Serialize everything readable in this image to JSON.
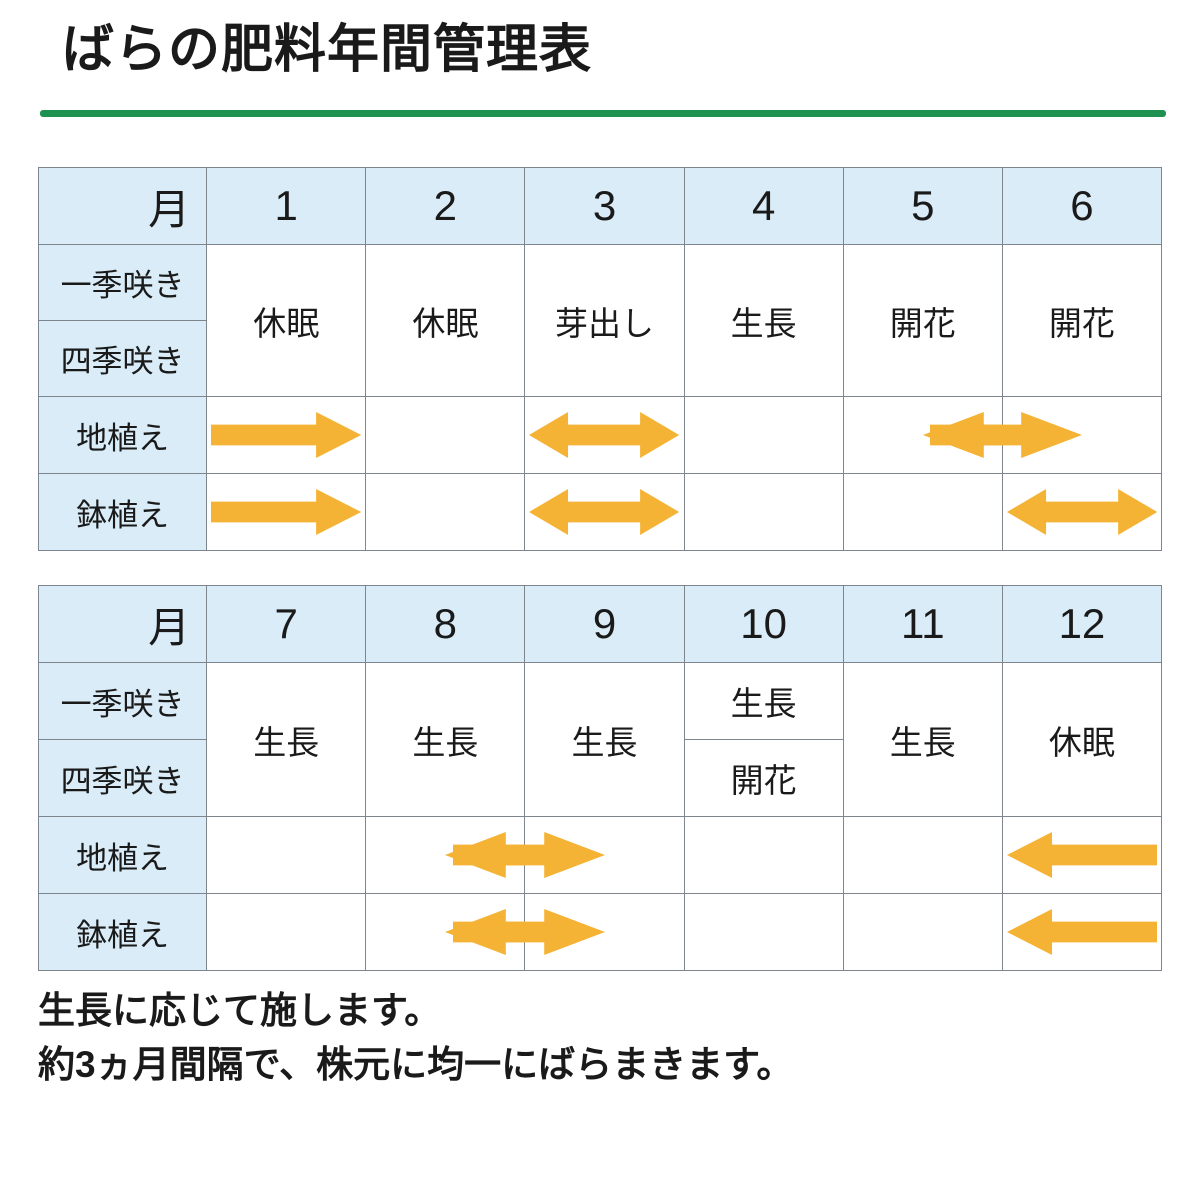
{
  "header": {
    "title": "ばらの肥料年間管理表",
    "rule_color": "#1d9150"
  },
  "palette": {
    "header_bg": "#d9ecf7",
    "arrow": "#f5b335",
    "grid": "#7f858c",
    "text": "#1a1a1a"
  },
  "labels": {
    "month": "月",
    "once_blooming": "一季咲き",
    "repeat_blooming": "四季咲き",
    "ground_planted": "地植え",
    "pot_planted": "鉢植え"
  },
  "tables": [
    {
      "name": "first-half",
      "months": [
        "1",
        "2",
        "3",
        "4",
        "5",
        "6"
      ],
      "stage_cells": [
        {
          "month": "1",
          "merged": true,
          "text": "休眠"
        },
        {
          "month": "2",
          "merged": true,
          "text": "休眠"
        },
        {
          "month": "3",
          "merged": true,
          "text": "芽出し"
        },
        {
          "month": "4",
          "merged": true,
          "text": "生長"
        },
        {
          "month": "5",
          "merged": true,
          "text": "開花"
        },
        {
          "month": "6",
          "merged": true,
          "text": "開花"
        }
      ],
      "ground_arrows": [
        {
          "month": "1",
          "kind": "right",
          "span": "cell"
        },
        {
          "month": "3",
          "kind": "double",
          "span": "cell"
        },
        {
          "month": "5",
          "kind": "left-half",
          "span": "half"
        },
        {
          "month": "6",
          "kind": "right-half",
          "span": "half"
        }
      ],
      "pot_arrows": [
        {
          "month": "1",
          "kind": "right",
          "span": "cell"
        },
        {
          "month": "3",
          "kind": "double",
          "span": "cell"
        },
        {
          "month": "6",
          "kind": "double",
          "span": "cell"
        }
      ]
    },
    {
      "name": "second-half",
      "months": [
        "7",
        "8",
        "9",
        "10",
        "11",
        "12"
      ],
      "stage_cells": [
        {
          "month": "7",
          "merged": true,
          "text": "生長"
        },
        {
          "month": "8",
          "merged": true,
          "text": "生長"
        },
        {
          "month": "9",
          "merged": true,
          "text": "生長"
        },
        {
          "month": "10",
          "merged": false,
          "text_top": "生長",
          "text_bottom": "開花"
        },
        {
          "month": "11",
          "merged": true,
          "text": "生長"
        },
        {
          "month": "12",
          "merged": true,
          "text": "休眠"
        }
      ],
      "ground_arrows": [
        {
          "month": "8",
          "kind": "left-half",
          "span": "half"
        },
        {
          "month": "9",
          "kind": "right-half",
          "span": "half"
        },
        {
          "month": "12",
          "kind": "left",
          "span": "cell"
        }
      ],
      "pot_arrows": [
        {
          "month": "8",
          "kind": "left-half",
          "span": "half"
        },
        {
          "month": "9",
          "kind": "right-half",
          "span": "half"
        },
        {
          "month": "12",
          "kind": "left",
          "span": "cell"
        }
      ]
    }
  ],
  "notes": {
    "line1": "生長に応じて施します。",
    "line2": "約3ヵ月間隔で、株元に均一にばらまきます。"
  }
}
